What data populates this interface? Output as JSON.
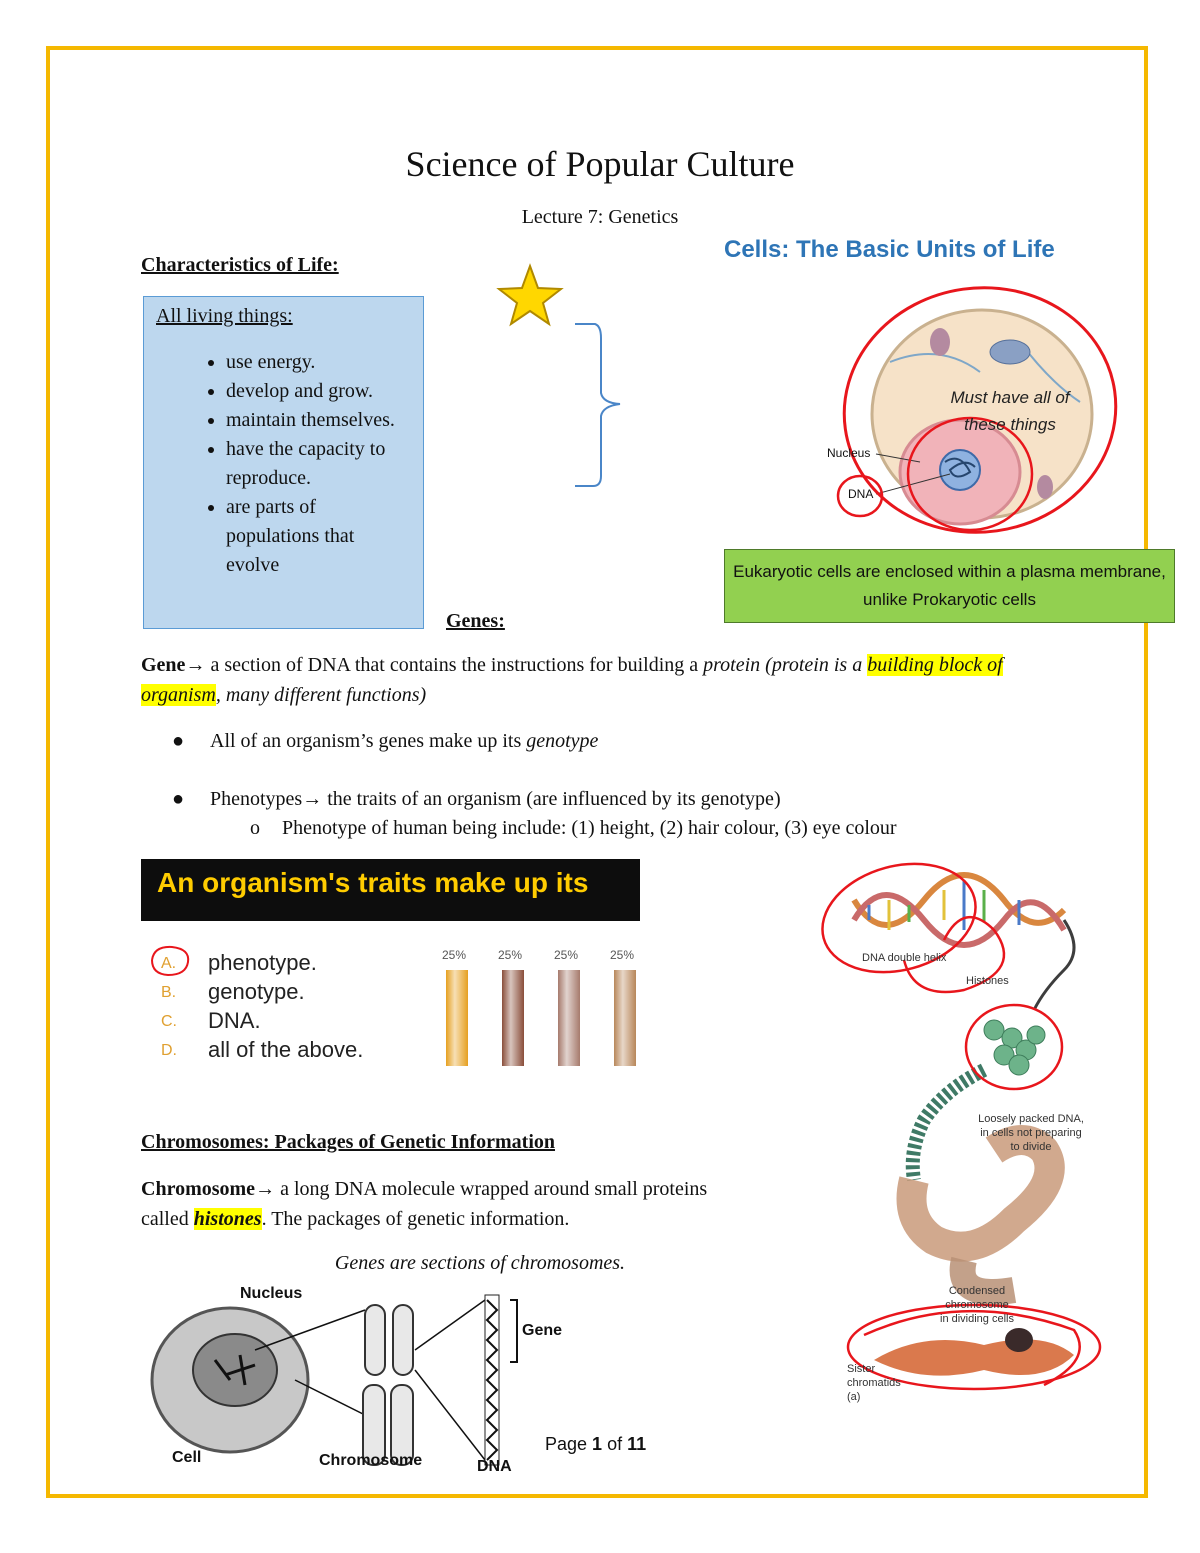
{
  "title": "Science of Popular Culture",
  "subtitle": "Lecture 7: Genetics",
  "characteristics": {
    "heading": "Characteristics of Life:",
    "lead": "All living things:",
    "items": [
      "use energy.",
      "develop and grow.",
      "maintain themselves.",
      "have the capacity to reproduce.",
      "are parts of populations that evolve"
    ]
  },
  "cells_figure": {
    "title": "Cells: The Basic Units of Life",
    "annotation": "Must have all of these things",
    "nucleus_label": "Nucleus",
    "dna_label": "DNA",
    "note": "Eukaryotic cells are enclosed within a plasma membrane, unlike Prokaryotic cells"
  },
  "genes": {
    "heading": "Genes:",
    "gene_term": "Gene",
    "arrow": "→",
    "gene_def_1": " a section of DNA that contains the instructions for building a ",
    "gene_def_protein": "protein (protein is a ",
    "gene_def_highlight": "building block of organism",
    "gene_def_rest": ", many different functions)",
    "bullet1_text": "All of an organism’s genes make up its ",
    "bullet1_em": "genotype",
    "bullet2_term": "Phenotypes",
    "bullet2_text": " the traits of an organism (are influenced by its genotype)",
    "sub_bullet": "Phenotype of human being include: (1) height, (2) hair colour, (3) eye colour"
  },
  "quiz": {
    "question": "An organism's traits make up its",
    "options": [
      {
        "letter": "A.",
        "text": "phenotype.",
        "percent": "25%",
        "color": "#e6a020"
      },
      {
        "letter": "B.",
        "text": "genotype.",
        "percent": "25%",
        "color": "#8a4e3a"
      },
      {
        "letter": "C.",
        "text": "DNA.",
        "percent": "25%",
        "color": "#a67a6c"
      },
      {
        "letter": "D.",
        "text": "all of the above.",
        "percent": "25%",
        "color": "#b8875a"
      }
    ]
  },
  "dna_figure": {
    "double_helix": "DNA double helix",
    "histones": "Histones",
    "loosely_1": "Loosely packed DNA,",
    "loosely_2": "in cells not preparing",
    "loosely_3": "to divide",
    "condensed_1": "Condensed",
    "condensed_2": "chromosome",
    "condensed_3": "in dividing cells",
    "sister_1": "Sister",
    "sister_2": "chromatids",
    "panel": "(a)"
  },
  "chromosomes": {
    "heading": "Chromosomes: Packages of Genetic Information",
    "term": "Chromosome",
    "arrow": "→",
    "def_1": " a long DNA molecule wrapped around small proteins",
    "def_2": "called ",
    "def_highlight": "histones",
    "def_3": ". The packages of genetic information.",
    "caption": "Genes are sections of chromosomes."
  },
  "cell_diagram": {
    "nucleus": "Nucleus",
    "gene": "Gene",
    "cell": "Cell",
    "chromosome": "Chromosome",
    "dna": "DNA"
  },
  "footer": {
    "page_prefix": "Page ",
    "page_num": "1",
    "of": " of ",
    "total": "11"
  },
  "colors": {
    "border": "#f5b800",
    "blue_box": "#bdd7ee",
    "green_box": "#92d050",
    "highlight": "#ffff00",
    "annotation_red": "#e8161c",
    "cells_title": "#2e75b6"
  }
}
